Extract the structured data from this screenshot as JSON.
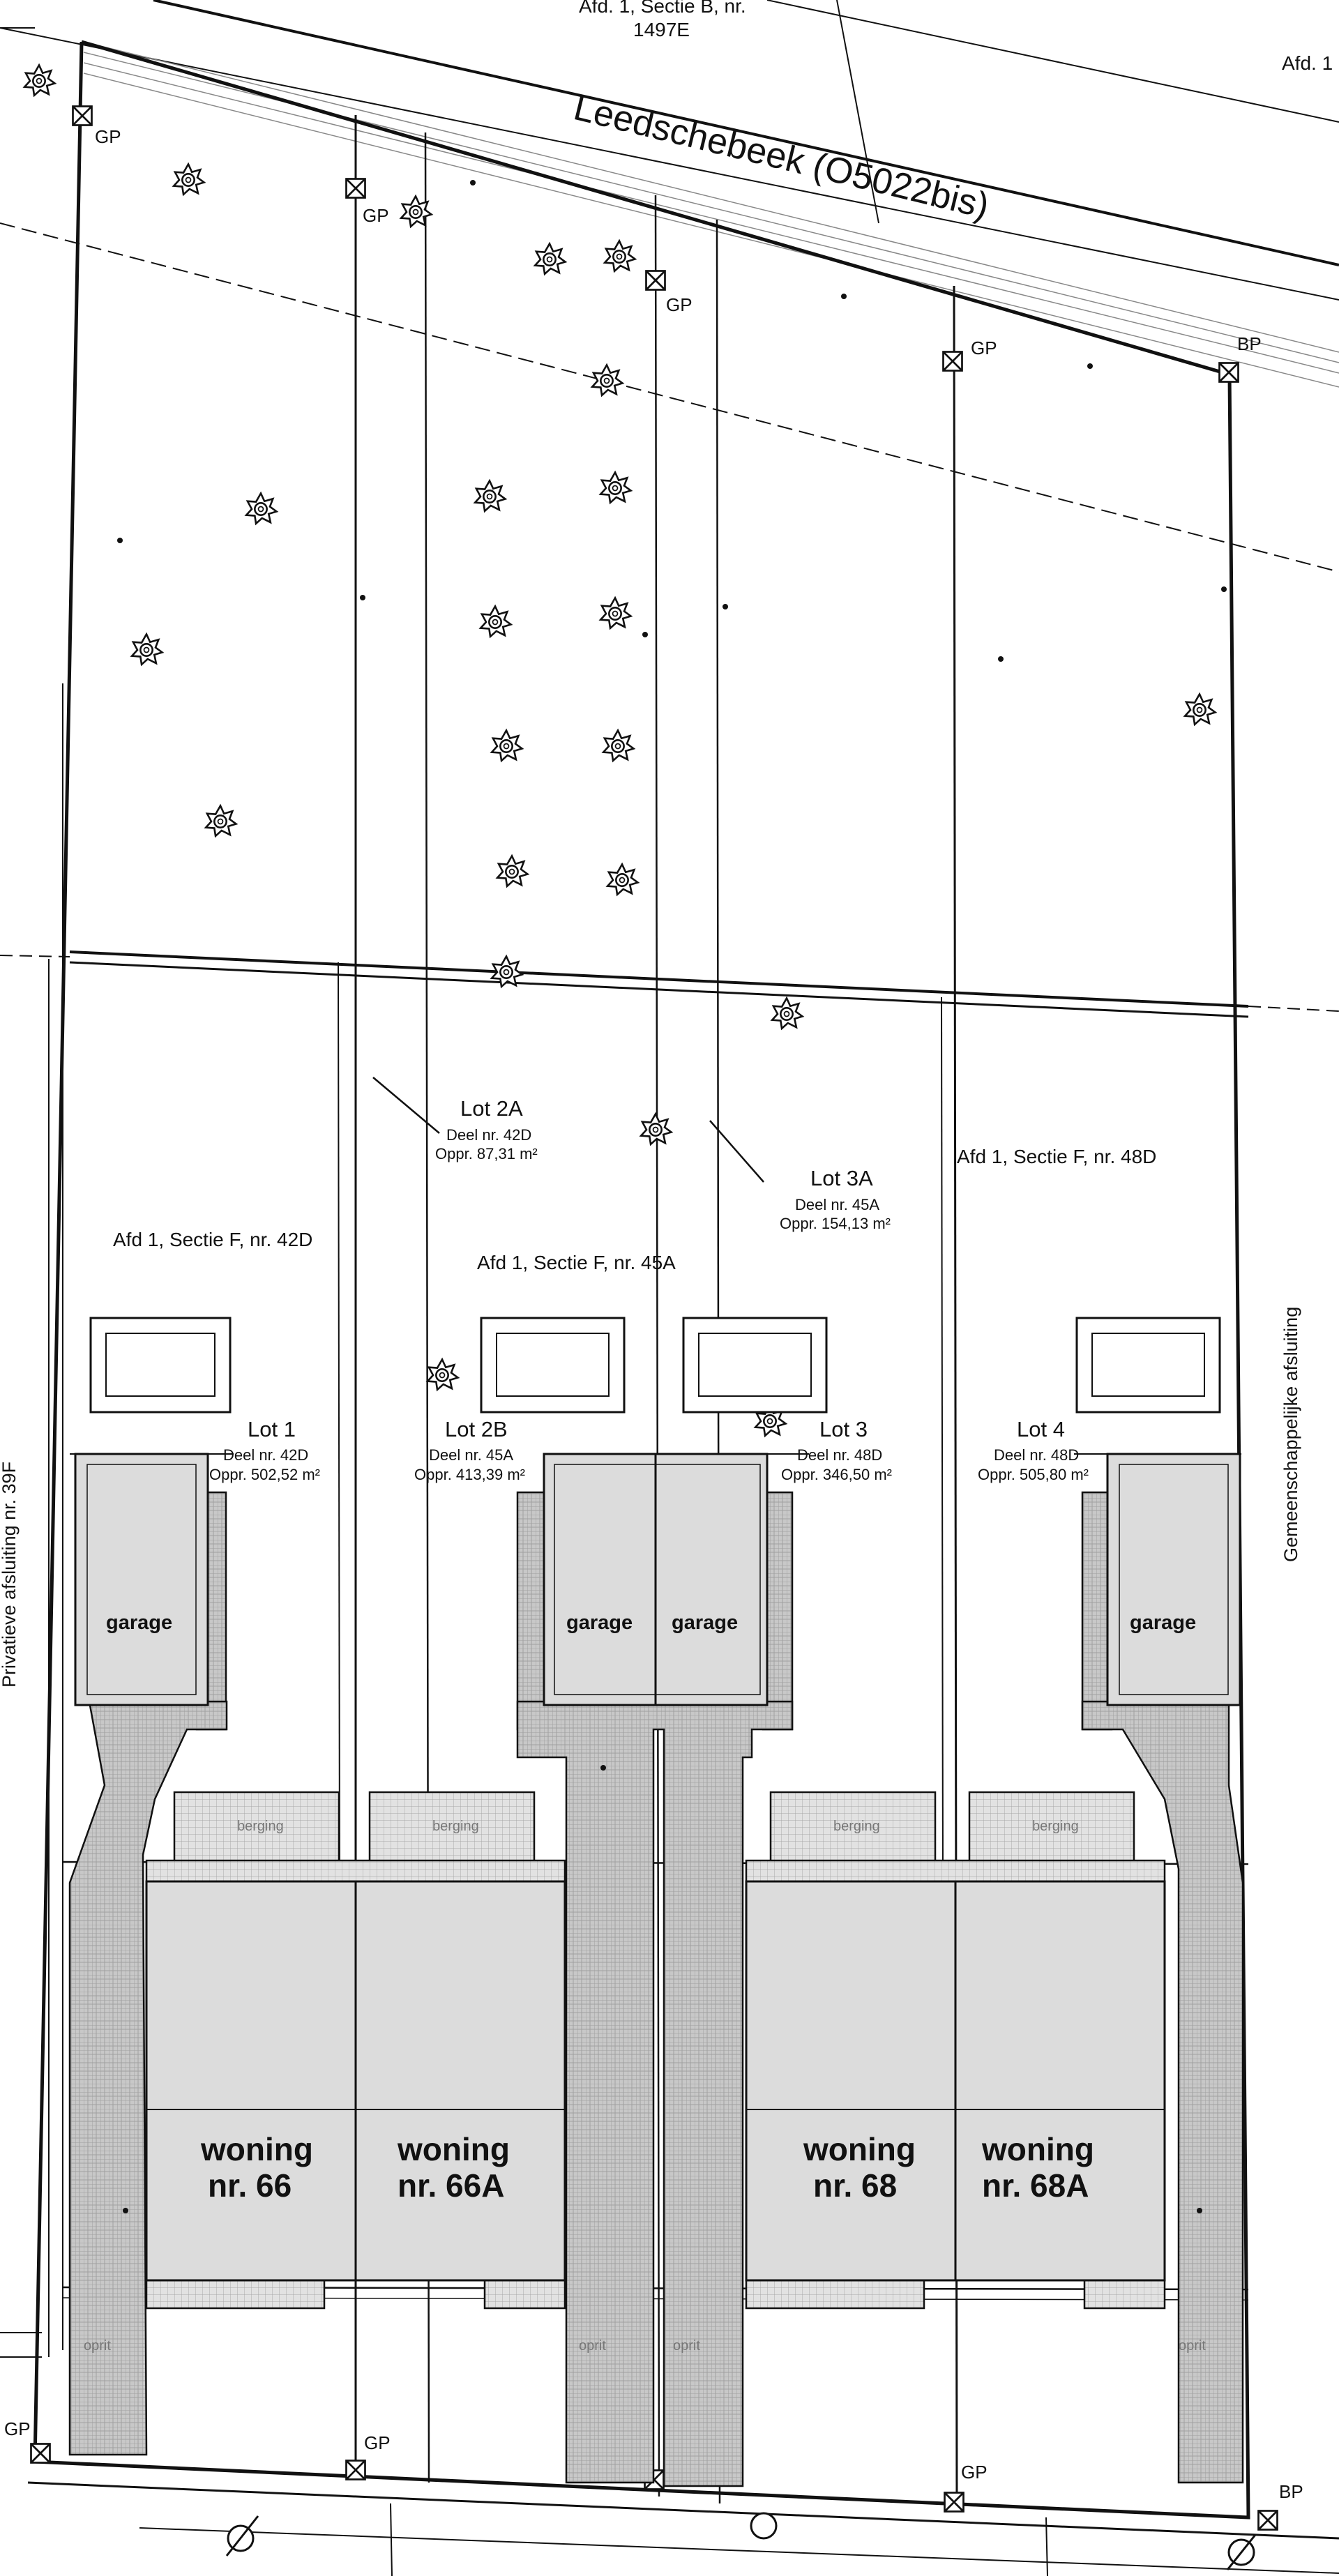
{
  "stream": {
    "name": "Leedschebeek (O5022bis)"
  },
  "parcels_top": {
    "label_line1": "Afd. 1, Sectie B, nr.",
    "label_line2": "1497E",
    "label_right": "Afd. 1"
  },
  "parcels": {
    "p42D": "Afd 1, Sectie F, nr. 42D",
    "p45A": "Afd 1, Sectie F, nr. 45A",
    "p48D": "Afd 1, Sectie F, nr. 48D"
  },
  "lots": [
    {
      "id": "lot1",
      "name": "Lot 1",
      "deel": "Deel nr. 42D",
      "oppervlakte": "Oppr. 502,52 m²"
    },
    {
      "id": "lot2b",
      "name": "Lot 2B",
      "deel": "Deel nr. 45A",
      "oppervlakte": "Oppr. 413,39 m²"
    },
    {
      "id": "lot3",
      "name": "Lot 3",
      "deel": "Deel nr. 48D",
      "oppervlakte": "Oppr. 346,50 m²"
    },
    {
      "id": "lot4",
      "name": "Lot 4",
      "deel": "Deel nr. 48D",
      "oppervlakte": "Oppr. 505,80 m²"
    },
    {
      "id": "lot2a",
      "name": "Lot 2A",
      "deel": "Deel nr. 42D",
      "oppervlakte": "Oppr. 87,31 m²"
    },
    {
      "id": "lot3a",
      "name": "Lot 3A",
      "deel": "Deel nr. 45A",
      "oppervlakte": "Oppr. 154,13 m²"
    }
  ],
  "houses": [
    {
      "line1": "woning",
      "line2": "nr. 66"
    },
    {
      "line1": "woning",
      "line2": "nr. 66A"
    },
    {
      "line1": "woning",
      "line2": "nr. 68"
    },
    {
      "line1": "woning",
      "line2": "nr. 68A"
    }
  ],
  "labels": {
    "garage": "garage",
    "gp": "GP",
    "bp": "BP",
    "oprit": "oprit",
    "berging": "berging",
    "left_boundary": "Privatieve afsluiting nr. 39F",
    "right_boundary": "Gemeenschappelijke afsluiting"
  },
  "colors": {
    "line": "#111111",
    "fill_gray": "#d9d9d9",
    "paving": "#bdbdbd",
    "background": "#ffffff"
  }
}
